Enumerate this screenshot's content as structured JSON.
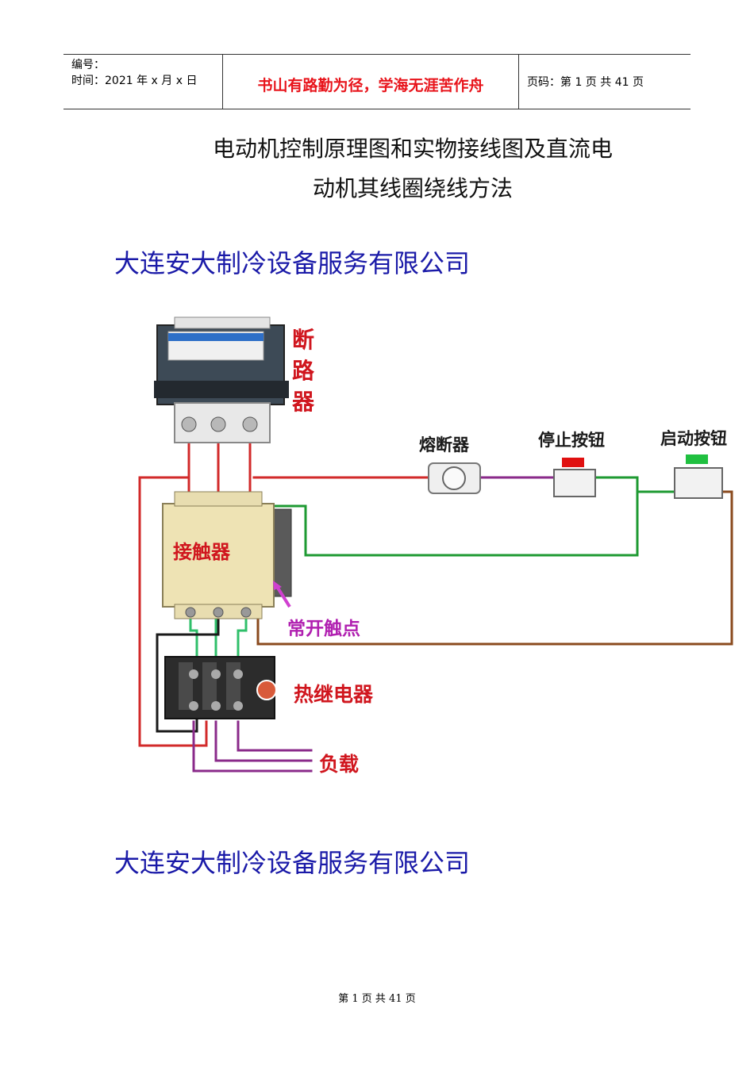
{
  "header": {
    "doc_number_label": "编号：",
    "time_label": "时间：2021 年 x 月 x 日",
    "motto": "书山有路勤为径，学海无涯苦作舟",
    "page_info": "页码：第 1 页  共 41 页"
  },
  "title": {
    "line1": "电动机控制原理图和实物接线图及直流电",
    "line2": "动机其线圈绕线方法"
  },
  "company_top": "大连安大制冷设备服务有限公司",
  "diagram": {
    "labels": {
      "breaker": [
        "断",
        "路",
        "器"
      ],
      "fuse": "熔断器",
      "stop_button": "停止按钮",
      "start_button": "启动按钮",
      "contactor": "接触器",
      "no_contact": "常开触点",
      "thermal_relay": "热继电器",
      "load": "负载"
    },
    "colors": {
      "red_wire": "#d22a2a",
      "green_wire": "#1e9a32",
      "purple_wire": "#8a2a8a",
      "brown_wire": "#8a4a1e",
      "label_red": "#d0161e",
      "label_black": "#1a1a1a",
      "label_magenta": "#b020b0",
      "stop_cap": "#e01010",
      "start_cap": "#20c040"
    }
  },
  "company_bottom": "大连安大制冷设备服务有限公司",
  "footer": "第 1 页 共 41 页"
}
